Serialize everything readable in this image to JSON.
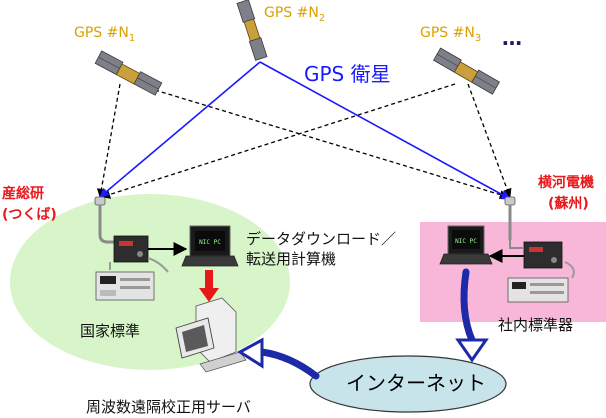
{
  "satellites": {
    "n1": {
      "prefix": "GPS #N",
      "sub": "1"
    },
    "n2": {
      "prefix": "GPS #N",
      "sub": "2"
    },
    "n3": {
      "prefix": "GPS #N",
      "sub": "3"
    },
    "more": "…"
  },
  "constellation_label": "GPS 衛星",
  "sites": {
    "left": {
      "name": "産総研",
      "location": "(つくば)",
      "standard": "国家標準"
    },
    "right": {
      "name": "横河電機",
      "location": "(蘇州)",
      "standard": "社内標準器"
    }
  },
  "transfer_label": {
    "line1": "データダウンロード／",
    "line2": "転送用計算機"
  },
  "server_label": "周波数遠隔校正用サーバ",
  "network_label": "インターネット",
  "colors": {
    "gps_link": "#1a1aff",
    "left_site_fill": "#d7f5c8",
    "right_site_fill": "#f8b6d8",
    "network_fill": "#c6e4ea",
    "download_arrow": "#e61919",
    "upload_arrow": "#1c2aa8",
    "label_gold": "#d9a100",
    "label_red": "#e8191c"
  }
}
